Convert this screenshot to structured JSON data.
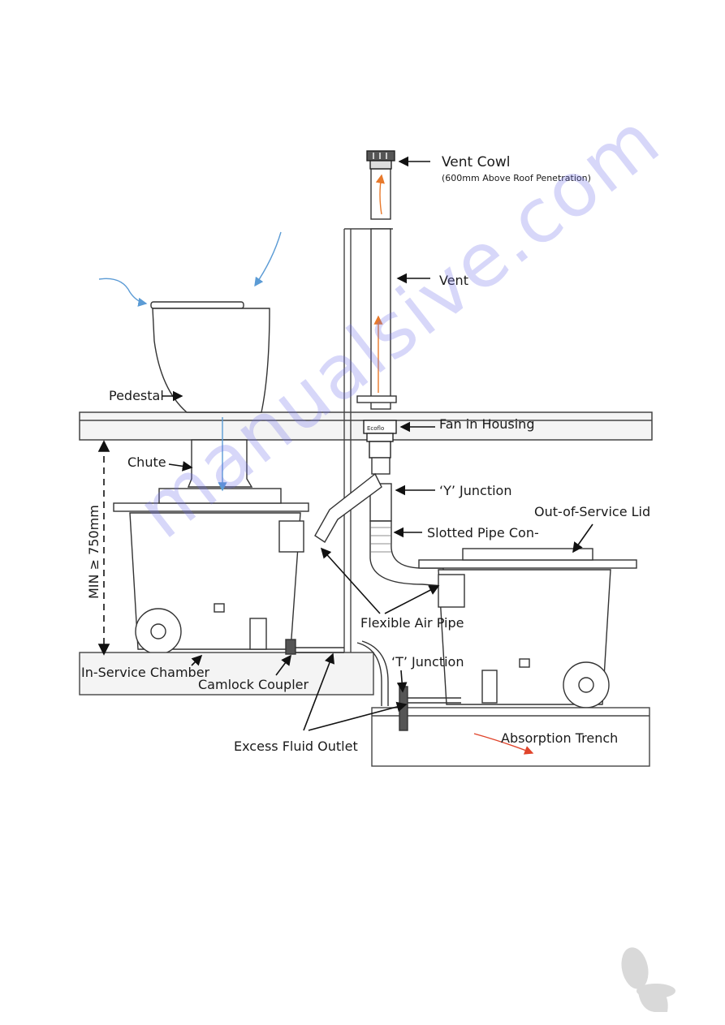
{
  "labels": {
    "vent_cowl": "Vent Cowl",
    "vent_cowl_note": "(600mm Above Roof Penetration)",
    "vent": "Vent",
    "pedestal": "Pedestal",
    "fan_in_housing": "Fan in Housing",
    "fan_brand": "Ecoflo",
    "chute": "Chute",
    "y_junction": "‘Y’ Junction",
    "out_of_service_lid": "Out-of-Service Lid",
    "slotted_pipe": "Slotted Pipe Con-",
    "min_height": "MIN ≥ 750mm",
    "flexible_air_pipe": "Flexible Air Pipe",
    "t_junction": "‘T’ Junction",
    "in_service_chamber": "In-Service Chamber",
    "camlock_coupler": "Camlock Coupler",
    "absorption_trench": "Absorption Trench",
    "excess_fluid_outlet": "Excess Fluid Outlet"
  },
  "watermark": "manualsive.com",
  "colors": {
    "line": "#333333",
    "air_flow": "#5b9bd5",
    "exhaust_flow": "#e8792b",
    "trench_flow": "#e0442b",
    "watermark": "#6e6eeb"
  }
}
